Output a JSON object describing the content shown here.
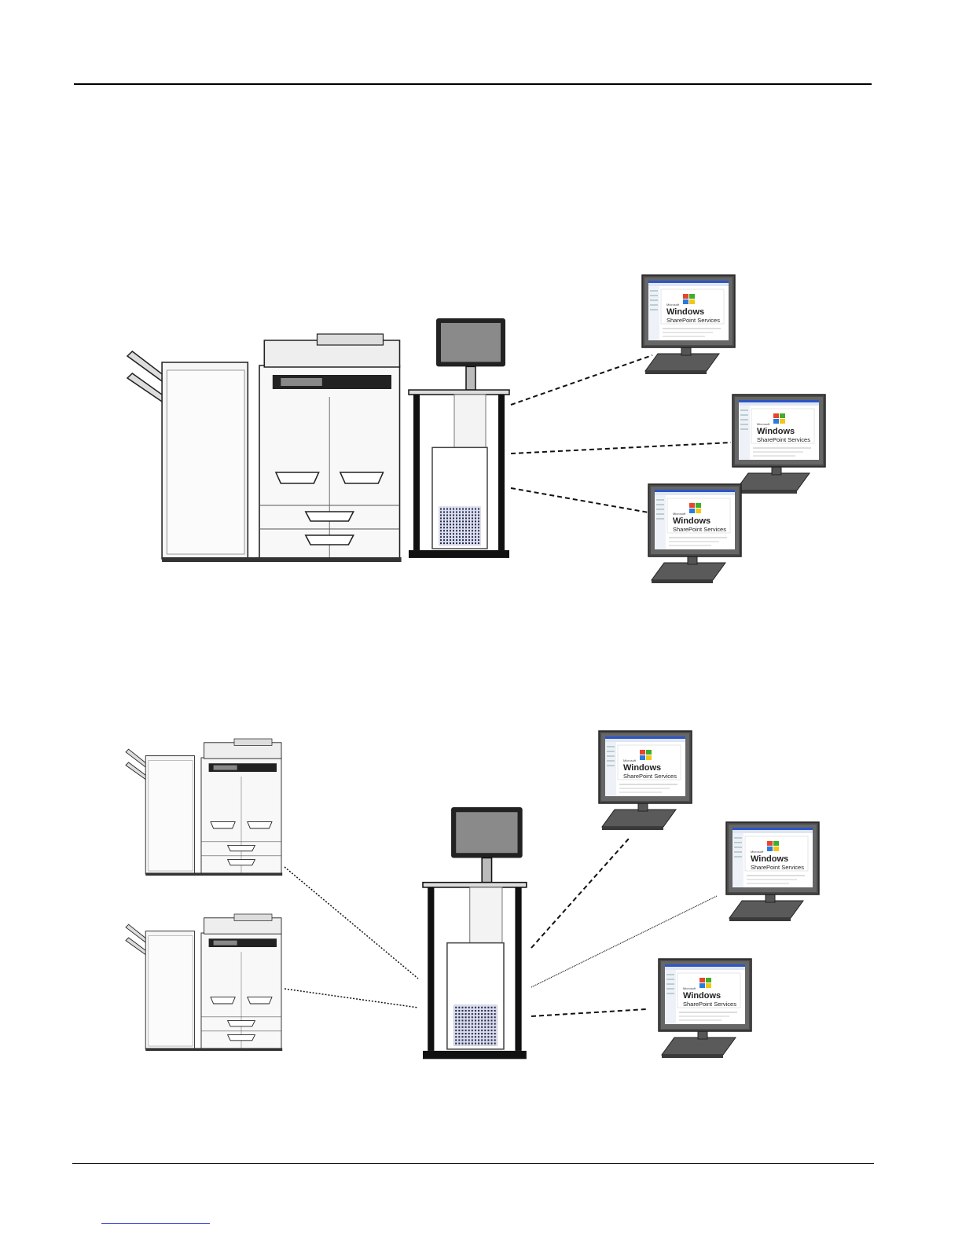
{
  "monitor_screen": {
    "brand": "Windows",
    "product": "SharePoint Services",
    "small_text": "Microsoft"
  },
  "colors": {
    "monitor_frame": "#4a4a4a",
    "screen_bg": "#ffffff",
    "titlebar": "#2b55c8",
    "flag_red": "#e8452a",
    "flag_green": "#3fae2a",
    "flag_blue": "#2a7be0",
    "flag_yellow": "#f5c518",
    "link_underline": "#3b4bd6"
  }
}
